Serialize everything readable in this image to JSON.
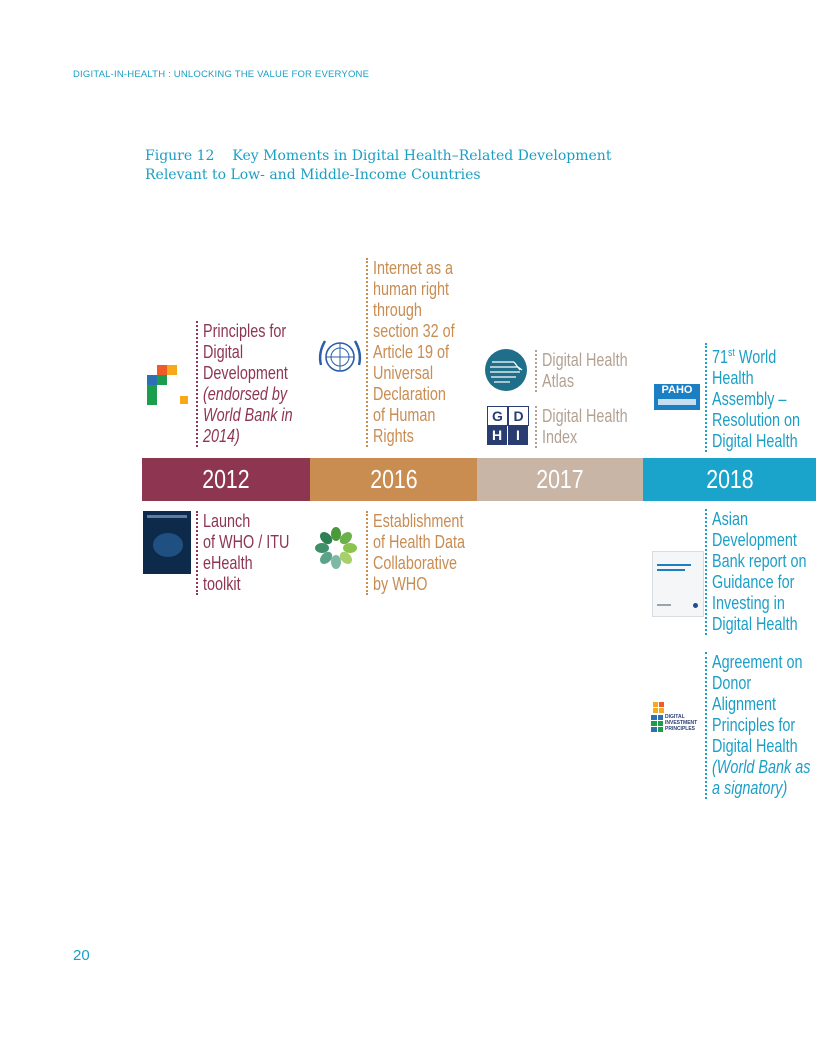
{
  "running_head": "DIGITAL-IN-HEALTH : UNLOCKING THE VALUE FOR EVERYONE",
  "figure": {
    "number": "Figure 12",
    "title_line1": "Key Moments in Digital Health–Related Development",
    "title_line2": "Relevant to Low- and Middle-Income Countries"
  },
  "timeline": {
    "years": [
      "2012",
      "2016",
      "2017",
      "2018"
    ],
    "above": {
      "e2012": [
        "Principles for",
        "Digital",
        "Development",
        "(endorsed by",
        "World Bank in",
        "2014)"
      ],
      "e2016": [
        "Internet as a",
        "human right",
        "through",
        "section 32 of",
        "Article 19 of",
        "Universal",
        "Declaration",
        "of Human",
        "Rights"
      ],
      "e2017a": [
        "Digital Health",
        "Atlas"
      ],
      "e2017b": [
        "Digital Health",
        "Index"
      ],
      "e2018": [
        "71",
        "st",
        " World",
        "Health",
        "Assembly –",
        "Resolution on",
        "Digital Health"
      ]
    },
    "below": {
      "e2012": [
        "Launch",
        "of WHO / ITU",
        "eHealth",
        "toolkit"
      ],
      "e2016": [
        "Establishment",
        "of Health Data",
        "Collaborative",
        "by WHO"
      ],
      "e2018a": [
        "Asian",
        "Development",
        "Bank report on",
        "Guidance for",
        "Investing in",
        "Digital Health"
      ],
      "e2018b": [
        "Agreement on",
        "Donor",
        "Alignment",
        "Principles for",
        "Digital Health",
        "(World Bank as",
        "a signatory)"
      ]
    },
    "logos": {
      "gdhi": [
        "G",
        "D",
        "H",
        "I"
      ],
      "paho": "PAHO",
      "dip": [
        "DIGITAL",
        "INVESTMENT",
        "PRINCIPLES"
      ]
    },
    "colors": {
      "y2012": "#8e3651",
      "y2016": "#c98c51",
      "y2017": "#c8b5a6",
      "y2018": "#1aa3cb"
    }
  },
  "page_number": "20"
}
